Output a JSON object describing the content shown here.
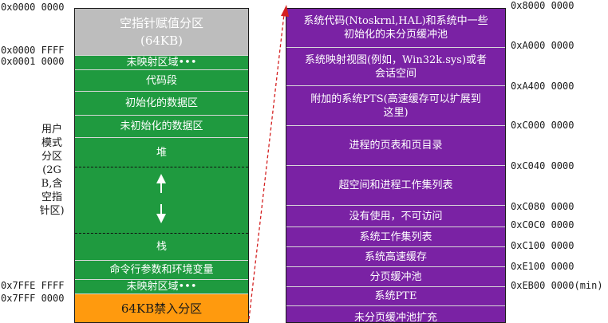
{
  "user_mode_label": "用户模式分区(2GB,含空指针区)",
  "user_segments": [
    {
      "lines": [
        "空指针赋值分区",
        "(64KB)"
      ]
    },
    {
      "lines": [
        "未映射区域•••"
      ]
    },
    {
      "lines": [
        "代码段"
      ]
    },
    {
      "lines": [
        "初始化的数据区"
      ]
    },
    {
      "lines": [
        "未初始化的数据区"
      ]
    },
    {
      "lines": [
        "堆"
      ]
    },
    {
      "lines": [
        ""
      ]
    },
    {
      "lines": [
        "栈"
      ]
    },
    {
      "lines": [
        "命令行参数和环境变量"
      ]
    },
    {
      "lines": [
        "未映射区域•••"
      ]
    },
    {
      "lines": [
        "64KB禁入分区"
      ]
    }
  ],
  "system_segments": [
    {
      "lines": [
        "系统代码(Ntoskrnl,HAL)和系统中一些",
        "初始化的未分页缓冲池"
      ]
    },
    {
      "lines": [
        "系统映射视图(例如，Win32k.sys)或者",
        "会话空间"
      ]
    },
    {
      "lines": [
        "附加的系统PTS(高速缓存可以扩展到",
        "这里)"
      ]
    },
    {
      "lines": [
        "进程的页表和页目录"
      ]
    },
    {
      "lines": [
        "超空间和进程工作集列表"
      ]
    },
    {
      "lines": [
        "没有使用，不可访问"
      ]
    },
    {
      "lines": [
        "系统工作集列表"
      ]
    },
    {
      "lines": [
        "系统高速缓存"
      ]
    },
    {
      "lines": [
        "分页缓冲池"
      ]
    },
    {
      "lines": [
        "系统PTE"
      ]
    },
    {
      "lines": [
        "未分页缓冲池扩充"
      ]
    }
  ],
  "left_addresses": [
    "0x0000 0000",
    "0x0000 FFFF",
    "0x0001 0000",
    "0x7FFE FFFF",
    "0x7FFF 0000"
  ],
  "right_addresses": [
    "0x8000 0000",
    "0xA000 0000",
    "0xA400 0000",
    "0xC000 0000",
    "0xC040 0000",
    "0xC080 0000",
    "0xC0C0 0000",
    "0xC100 0000",
    "0xE100 0000",
    "0xEB00 0000(min)"
  ],
  "colors": {
    "user_region": "#1f9a3f",
    "null_pointer_region": "#bdbdbd",
    "forbidden_region": "#ff9a0e",
    "system_region": "#7a22a4",
    "connector": "#d42020"
  }
}
